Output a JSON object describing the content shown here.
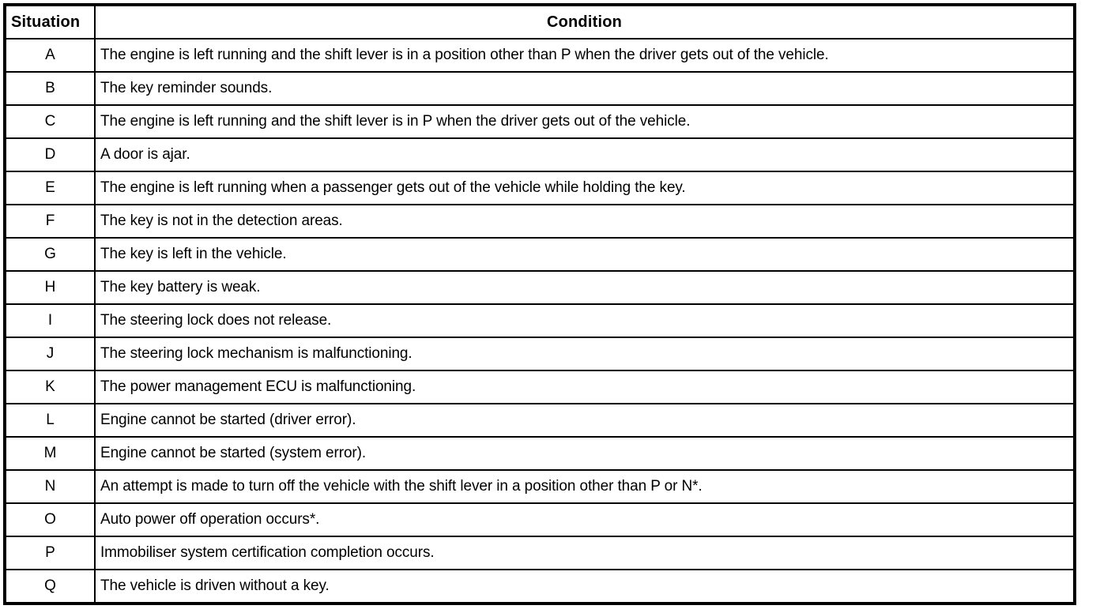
{
  "table": {
    "columns": [
      "Situation",
      "Condition"
    ],
    "rows": [
      {
        "situation": "A",
        "condition": "The engine is left running and the shift lever is in a position other than P when the driver gets out of the vehicle."
      },
      {
        "situation": "B",
        "condition": "The key reminder sounds."
      },
      {
        "situation": "C",
        "condition": "The engine is left running and the shift lever is in P when the driver gets out of the vehicle."
      },
      {
        "situation": "D",
        "condition": "A door is ajar."
      },
      {
        "situation": "E",
        "condition": "The engine is left running when a passenger gets out of the vehicle while holding the key."
      },
      {
        "situation": "F",
        "condition": "The key is not in the detection areas."
      },
      {
        "situation": "G",
        "condition": "The key is left in the vehicle."
      },
      {
        "situation": "H",
        "condition": "The key battery is weak."
      },
      {
        "situation": "I",
        "condition": "The steering lock does not release."
      },
      {
        "situation": "J",
        "condition": "The steering lock mechanism is malfunctioning."
      },
      {
        "situation": "K",
        "condition": "The power management ECU is malfunctioning."
      },
      {
        "situation": "L",
        "condition": "Engine cannot be started (driver error)."
      },
      {
        "situation": "M",
        "condition": "Engine cannot be started (system error)."
      },
      {
        "situation": "N",
        "condition": "An attempt is made to turn off the vehicle with the shift lever in a position other than P or N*."
      },
      {
        "situation": "O",
        "condition": "Auto power off operation occurs*."
      },
      {
        "situation": "P",
        "condition": "Immobiliser system certification completion occurs."
      },
      {
        "situation": "Q",
        "condition": "The vehicle is driven without a key."
      }
    ]
  }
}
